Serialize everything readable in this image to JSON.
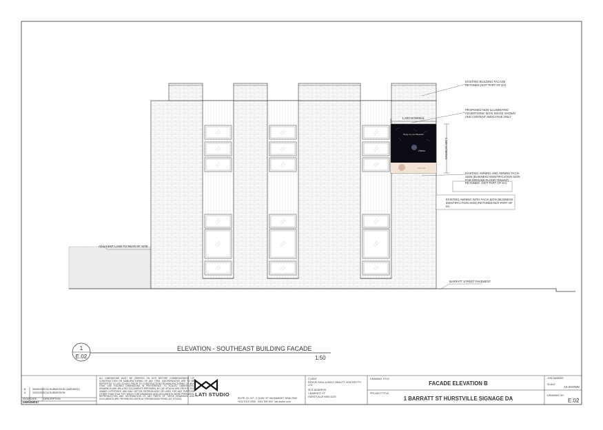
{
  "drawing": {
    "title": "ELEVATION - SOUTHEAST BUILDING FACADE",
    "scale": "1:50",
    "view_number": "1",
    "view_sheet": "E.02"
  },
  "annotations": {
    "existing_facade": "EXISTING BUILDING FACADE RETAINED (NOT PART OF DA)",
    "proposed_sign": "PROPOSED NON-ILLUMINATED ADVERTISING SIGN. IMAGE SHOWN AND CONTENT INDICATIVE ONLY",
    "existing_awning": "EXISTING AWNING AND AWNING FACIA SIGN (BUSINESS IDENTIFICATION SIGN FOR GROUND FLOOR TENANT) RETAINED. (NOT PART OF DA)",
    "existing_awning_facia": "EXISTING AWNING WITH FACIA SIGN (BUSINESS IDENTIFICATION SIGN) RETAINED NOT PART OF DA",
    "adjacent_land": "ADJACENT LAND TO REAR OF SITE",
    "pavement": "BARRATT STREET PAVEMENT",
    "dim_width": "1,500 NOMINAL",
    "dim_height": "1,500 NOMINAL"
  },
  "sign_artwork": {
    "brand": "Vishnu",
    "tagline": "Bring out your Beautiful",
    "strip": "REVIVE"
  },
  "title_block": {
    "amendments": [
      {
        "rev": "B",
        "date": "30/05/2025",
        "desc": "DA SUBMISSION (AMENDED)"
      },
      {
        "rev": "A",
        "date": "19/02/2025",
        "desc": "DA SUBMISSION"
      }
    ],
    "amend_headers": {
      "rev": "ISSUE",
      "date": "DATE",
      "desc": "DESCRIPTION"
    },
    "amend_label": "AMENDMENT",
    "notes": "ALL DIMENSIONS MUST BE VERIFIED ON SITE BEFORE COMMENCEMENT OF CONSTRUCTION OR MANUFACTURING OF ANY ITEM. DISCREPANCIES ARE TO BE REPORTED TO LATI STUDIO PRIOR TO CONSTRUCTION OR MANUFACTURING OF ANY ITEM. USE FIGURED DIMENSIONS IN PREFERENCE TO SCALED DIMENSIONS. DRAWINGS AND RELATED DOCUMENTS PREPARED BY LATI STUDIO ARE PROTECTED UNDER COPYRIGHT AND MAY NOT BE REPRODUCED OR USED FOR ANY PURPOSE OTHER THAN THAT FOR WHICH THE DRAWINGS AND DOCUMENTS WERE PREPARED. REPRODUCTION AND DISTRIBUTION OF ANY PARTS OF THESE DRAWINGS AND DOCUMENTS ARE PROHIBITED WITHOUT PERMISSION FROM LATI STUDIO.",
    "logo_text": "LATI STUDIO",
    "address": "SUITE 15, G.F., 2 QUAY ST HAYMARKET NSW 2000",
    "phone": "+612 9119 2050",
    "mobile": "0411 309 300",
    "web": "lati-studio.com",
    "client_label": "CLIENT",
    "client": "REVIVE SOUL & BODY BEAUTY CENTER PTY LTD",
    "site_label": "SITE ADDRESS",
    "site_line1": "1 BARRATT ST",
    "site_line2": "HURSTVILLE NSW 2220",
    "drawing_title_label": "DRAWING TITLE",
    "drawing_title": "FACADE ELEVATION B",
    "project_label": "PROJECT TITLE",
    "project_title": "1 BARRATT ST HURSTVILLE SIGNAGE DA",
    "job_label": "JOB NUMBER",
    "scale_label": "SCALE",
    "scale": "AS SHOWN",
    "drawing_no_label": "DRAWING NO.",
    "drawing_no": "E.02"
  },
  "colors": {
    "line": "#333333",
    "brick": "#bdbdbd",
    "sign_dark": "#0c0c14",
    "sign_strip": "#f1e3d6"
  }
}
